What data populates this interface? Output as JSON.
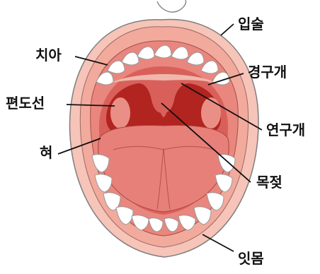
{
  "labels": {
    "lips": "입술",
    "teeth": "치아",
    "hard_palate": "경구개",
    "tonsil": "편도선",
    "soft_palate": "연구개",
    "tongue": "혀",
    "uvula": "목젖",
    "gums": "잇몸"
  },
  "colors": {
    "lips": "#f3b4a8",
    "mouth_lining": "#e9857e",
    "throat": "#b2241f",
    "tongue": "#e8807a",
    "teeth": "#ffffff",
    "tooth_outline": "#9a9a9a",
    "leader": "#111111"
  }
}
